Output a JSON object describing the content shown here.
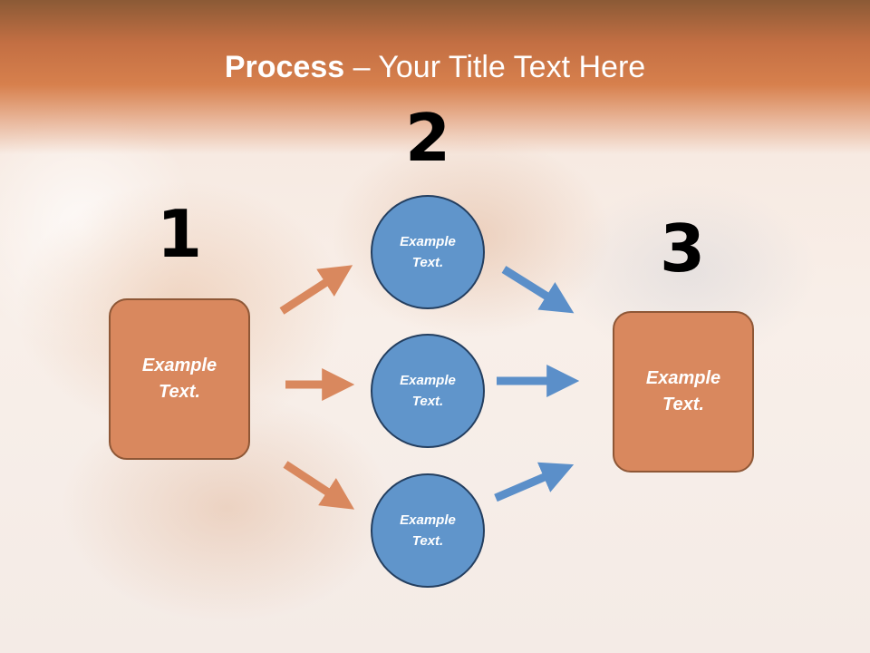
{
  "title": {
    "bold": "Process",
    "rest": " – Your Title Text Here"
  },
  "steps": {
    "one": {
      "number": "1",
      "text_line1": "Example",
      "text_line2": "Text."
    },
    "two": {
      "number": "2",
      "circles": [
        {
          "line1": "Example",
          "line2": "Text."
        },
        {
          "line1": "Example",
          "line2": "Text."
        },
        {
          "line1": "Example",
          "line2": "Text."
        }
      ]
    },
    "three": {
      "number": "3",
      "text_line1": "Example",
      "text_line2": "Text."
    }
  },
  "colors": {
    "header": "#d7804d",
    "box_fill": "#d9885e",
    "box_border": "#8e5736",
    "circle_fill": "#6095cb",
    "circle_border": "#243f60",
    "arrow_orange": "#d9885e",
    "arrow_blue": "#5b8fc9"
  }
}
